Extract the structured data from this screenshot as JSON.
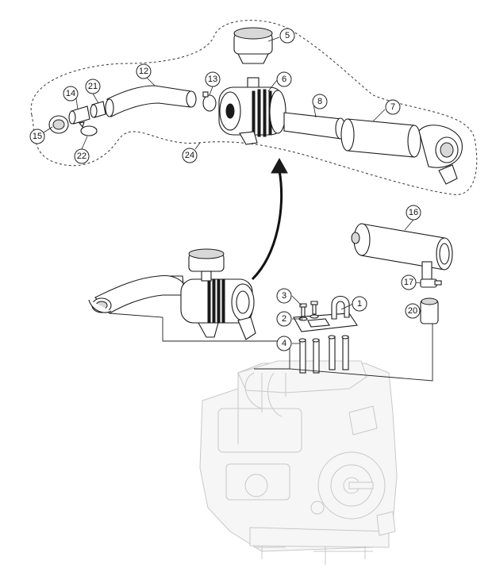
{
  "diagram": {
    "callouts": [
      {
        "id": "c1",
        "label": "1"
      },
      {
        "id": "c2",
        "label": "2"
      },
      {
        "id": "c3",
        "label": "3"
      },
      {
        "id": "c4",
        "label": "4"
      },
      {
        "id": "c5",
        "label": "5"
      },
      {
        "id": "c6",
        "label": "6"
      },
      {
        "id": "c7",
        "label": "7"
      },
      {
        "id": "c8",
        "label": "8"
      },
      {
        "id": "c12",
        "label": "12"
      },
      {
        "id": "c13",
        "label": "13"
      },
      {
        "id": "c14",
        "label": "14"
      },
      {
        "id": "c15",
        "label": "15"
      },
      {
        "id": "c16",
        "label": "16"
      },
      {
        "id": "c17",
        "label": "17"
      },
      {
        "id": "c20",
        "label": "20"
      },
      {
        "id": "c21",
        "label": "21"
      },
      {
        "id": "c22",
        "label": "22"
      },
      {
        "id": "c24",
        "label": "24"
      }
    ]
  }
}
